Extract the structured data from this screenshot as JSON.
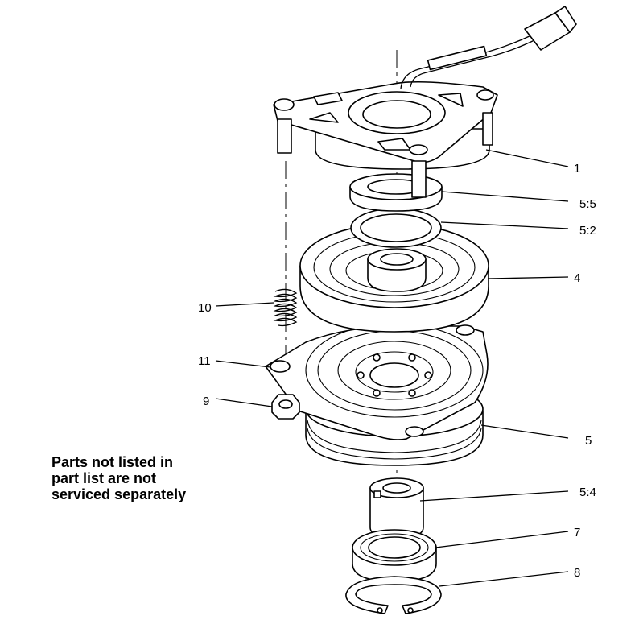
{
  "callouts": [
    {
      "id": "c1",
      "label": "1"
    },
    {
      "id": "c55",
      "label": "5:5"
    },
    {
      "id": "c52",
      "label": "5:2"
    },
    {
      "id": "c4",
      "label": "4"
    },
    {
      "id": "c10",
      "label": "10"
    },
    {
      "id": "c11",
      "label": "11"
    },
    {
      "id": "c9",
      "label": "9"
    },
    {
      "id": "c5",
      "label": "5"
    },
    {
      "id": "c54",
      "label": "5:4"
    },
    {
      "id": "c7",
      "label": "7"
    },
    {
      "id": "c8",
      "label": "8"
    }
  ],
  "note": {
    "lines": [
      "Parts not listed in",
      "part list are not",
      "serviced separately"
    ]
  }
}
